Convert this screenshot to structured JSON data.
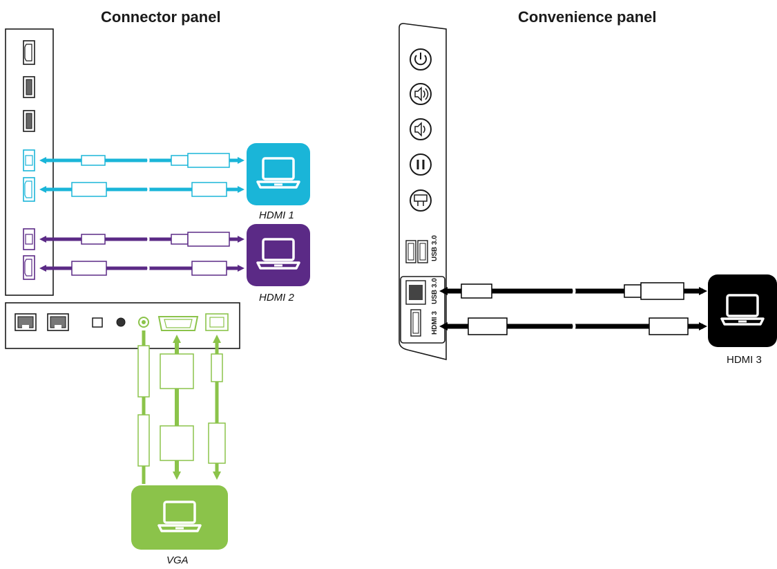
{
  "titles": {
    "left": "Connector panel",
    "right": "Convenience panel"
  },
  "computers": {
    "hdmi1": {
      "label": "HDMI 1",
      "color": "#1ab5d8"
    },
    "hdmi2": {
      "label": "HDMI 2",
      "color": "#5b2a86"
    },
    "vga": {
      "label": "VGA",
      "color": "#8bc34a"
    },
    "hdmi3": {
      "label": "HDMI 3",
      "color": "#000000"
    }
  },
  "convenience_panel": {
    "port_labels": {
      "usb_a": "USB 3.0",
      "usb_connected": "USB 3.0",
      "hdmi": "HDMI 3"
    },
    "buttons": [
      "power-icon",
      "volume-up-icon",
      "volume-down-icon",
      "pause-icon",
      "screen-freeze-icon"
    ]
  },
  "colors": {
    "outline": "#1a1a1a",
    "cyan": "#1ab5d8",
    "purple": "#5b2a86",
    "green": "#8bc34a",
    "black": "#000000"
  }
}
